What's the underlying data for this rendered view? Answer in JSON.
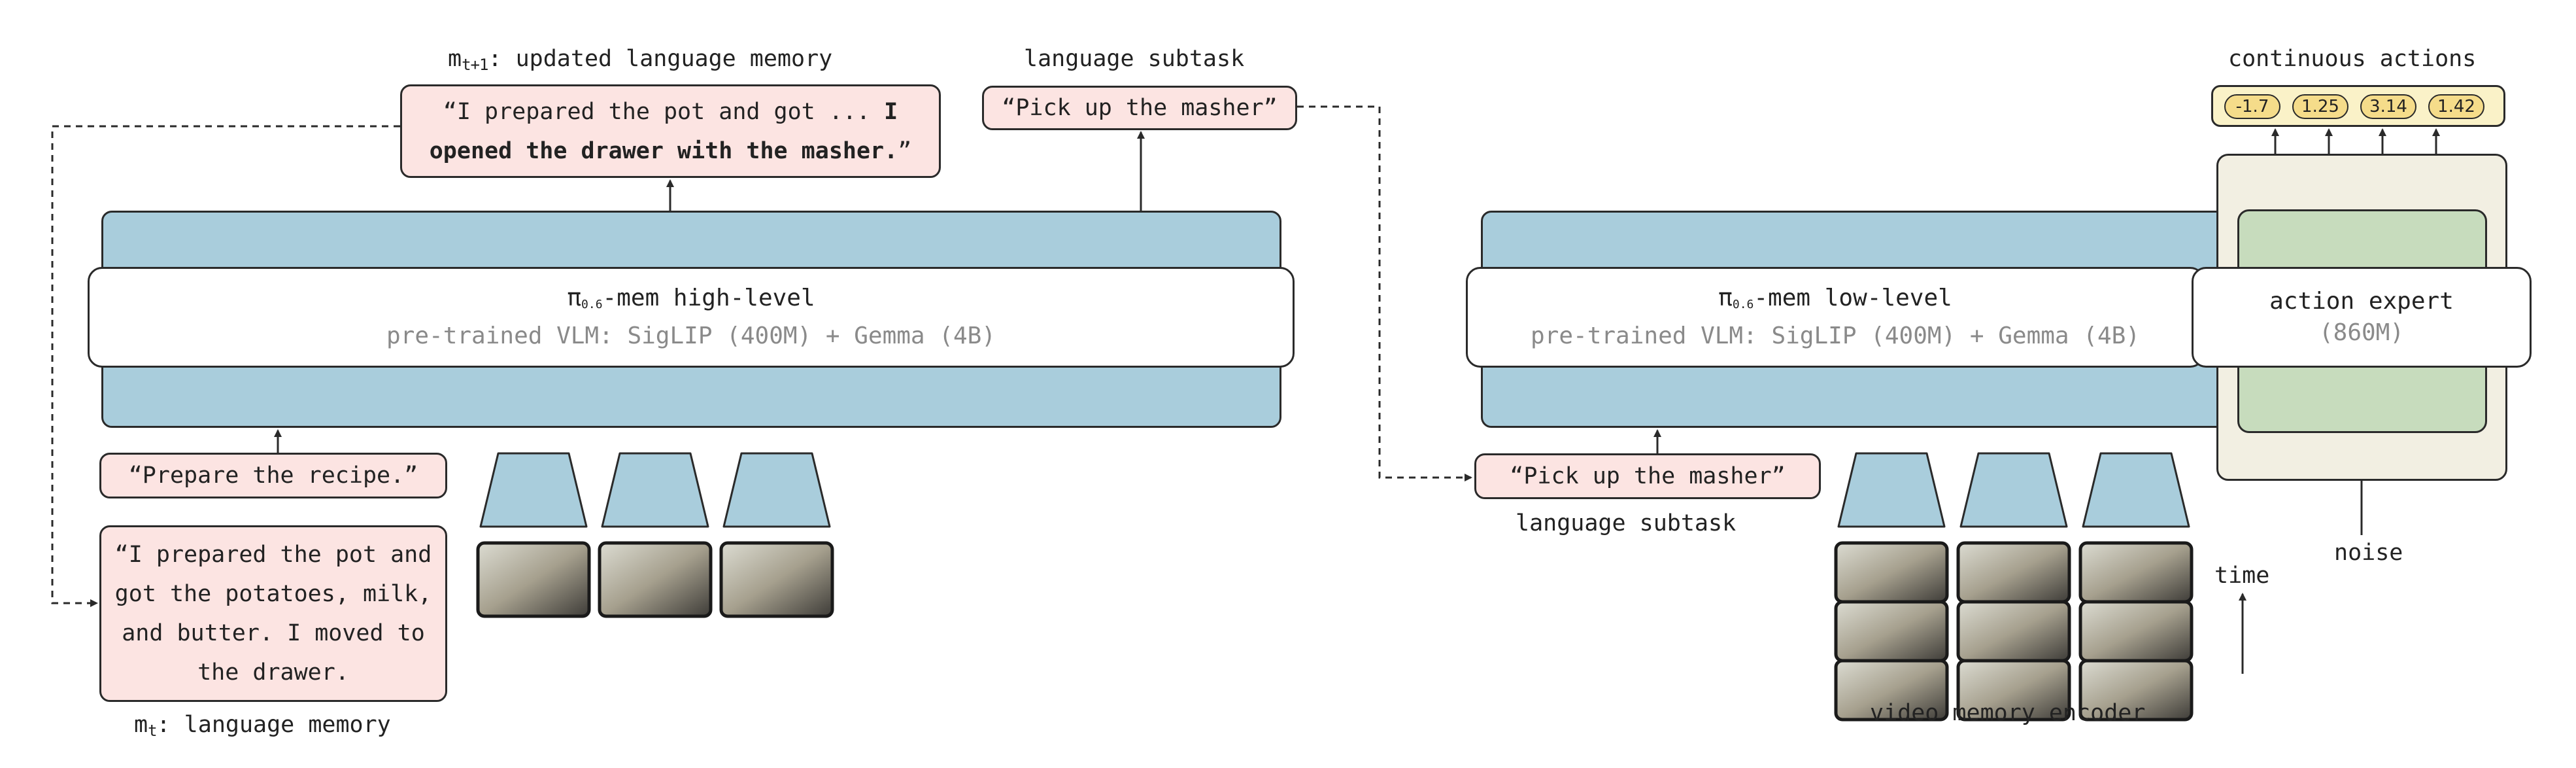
{
  "high_level": {
    "title": "π₀.₆-mem high-level",
    "title_pi": "π",
    "title_sub": "0.6",
    "title_rest": "-mem high-level",
    "backbone": "pre-trained VLM: SigLIP (400M) + Gemma (4B)",
    "prompt": "“Prepare the recipe.”",
    "memory_label_main": "m",
    "memory_label_sub": "t",
    "memory_label_rest": ": language memory",
    "memory_text": "“I prepared the pot and got the potatoes, milk, and butter. I moved to the drawer.",
    "updated_label_main": "m",
    "updated_label_sub": "t+1",
    "updated_label_rest": ": updated language memory",
    "updated_text_normal": "“I prepared the pot and got ... ",
    "updated_text_bold": "I opened the drawer with the masher.",
    "updated_text_end": "”",
    "subtask_label": "language subtask",
    "subtask_text": "“Pick up the masher”"
  },
  "low_level": {
    "title_pi": "π",
    "title_sub": "0.6",
    "title_rest": "-mem low-level",
    "backbone": "pre-trained VLM: SigLIP (400M) + Gemma (4B)",
    "subtask_text": "“Pick up the masher”",
    "subtask_label": "language subtask",
    "video_label": "video memory encoder",
    "time_label": "time"
  },
  "action_expert": {
    "title": "action expert",
    "params": "(860M)",
    "actions_label": "continuous actions",
    "actions": [
      "-1.7",
      "1.25",
      "3.14",
      "1.42"
    ],
    "noise_label": "noise"
  },
  "colors": {
    "token_blue": "#a9cddc",
    "memory_pink": "#fce4e2",
    "expert_green": "#c7dcbd",
    "expert_bg": "#f2efe2",
    "action_yellow": "#f5dc8a"
  }
}
